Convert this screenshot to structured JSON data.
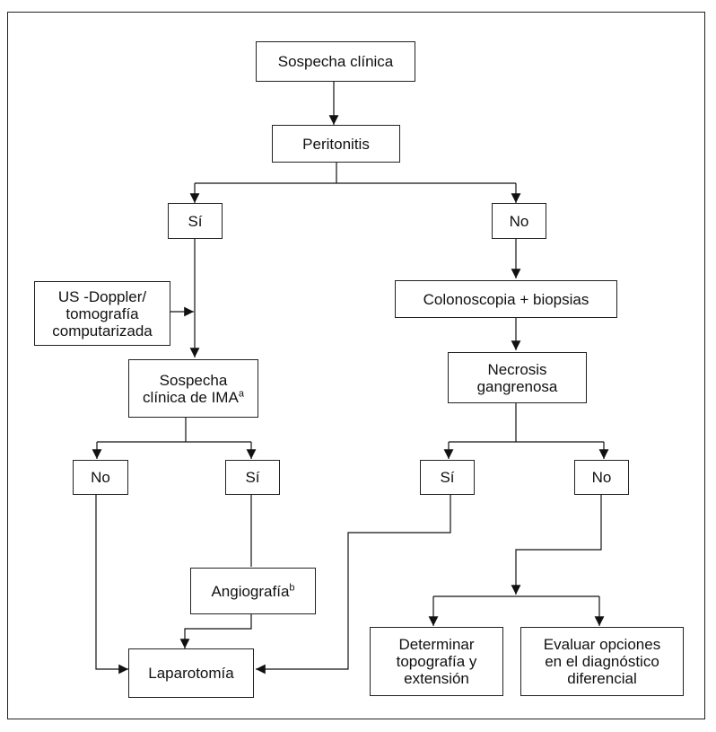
{
  "nodes": {
    "sospecha_clinica": "Sospecha clínica",
    "peritonitis": "Peritonitis",
    "si_1": "Sí",
    "no_1": "No",
    "us_doppler": [
      "US -Doppler/",
      "tomografía",
      "computarizada"
    ],
    "colonoscopia": "Colonoscopia + biopsias",
    "sospecha_ima": [
      "Sospecha",
      "clínica de IMA"
    ],
    "sospecha_ima_sup": "a",
    "necrosis": [
      "Necrosis",
      "gangrenosa"
    ],
    "no_2": "No",
    "si_2": "Sí",
    "si_3": "Sí",
    "no_3": "No",
    "angiografia": "Angiografía",
    "angiografia_sup": "b",
    "laparotomia": "Laparotomía",
    "determinar": [
      "Determinar",
      "topografía y",
      "extensión"
    ],
    "evaluar": [
      "Evaluar opciones",
      "en el diagnóstico",
      "diferencial"
    ]
  }
}
